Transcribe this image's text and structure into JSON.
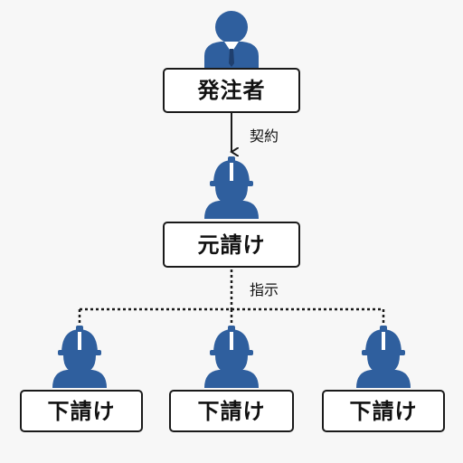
{
  "colors": {
    "figure": "#2f5f9e",
    "line": "#1a1a1a",
    "box_border": "#1a1a1a",
    "background": "#f7f7f7"
  },
  "icons": {
    "client": "person-in-suit-icon",
    "workers": "hardhat-worker-icon"
  },
  "client": {
    "label": "発注者"
  },
  "prime": {
    "label": "元請け"
  },
  "subs": [
    {
      "label": "下請け"
    },
    {
      "label": "下請け"
    },
    {
      "label": "下請け"
    }
  ],
  "edges": {
    "contract": "契約",
    "instruction": "指示"
  }
}
